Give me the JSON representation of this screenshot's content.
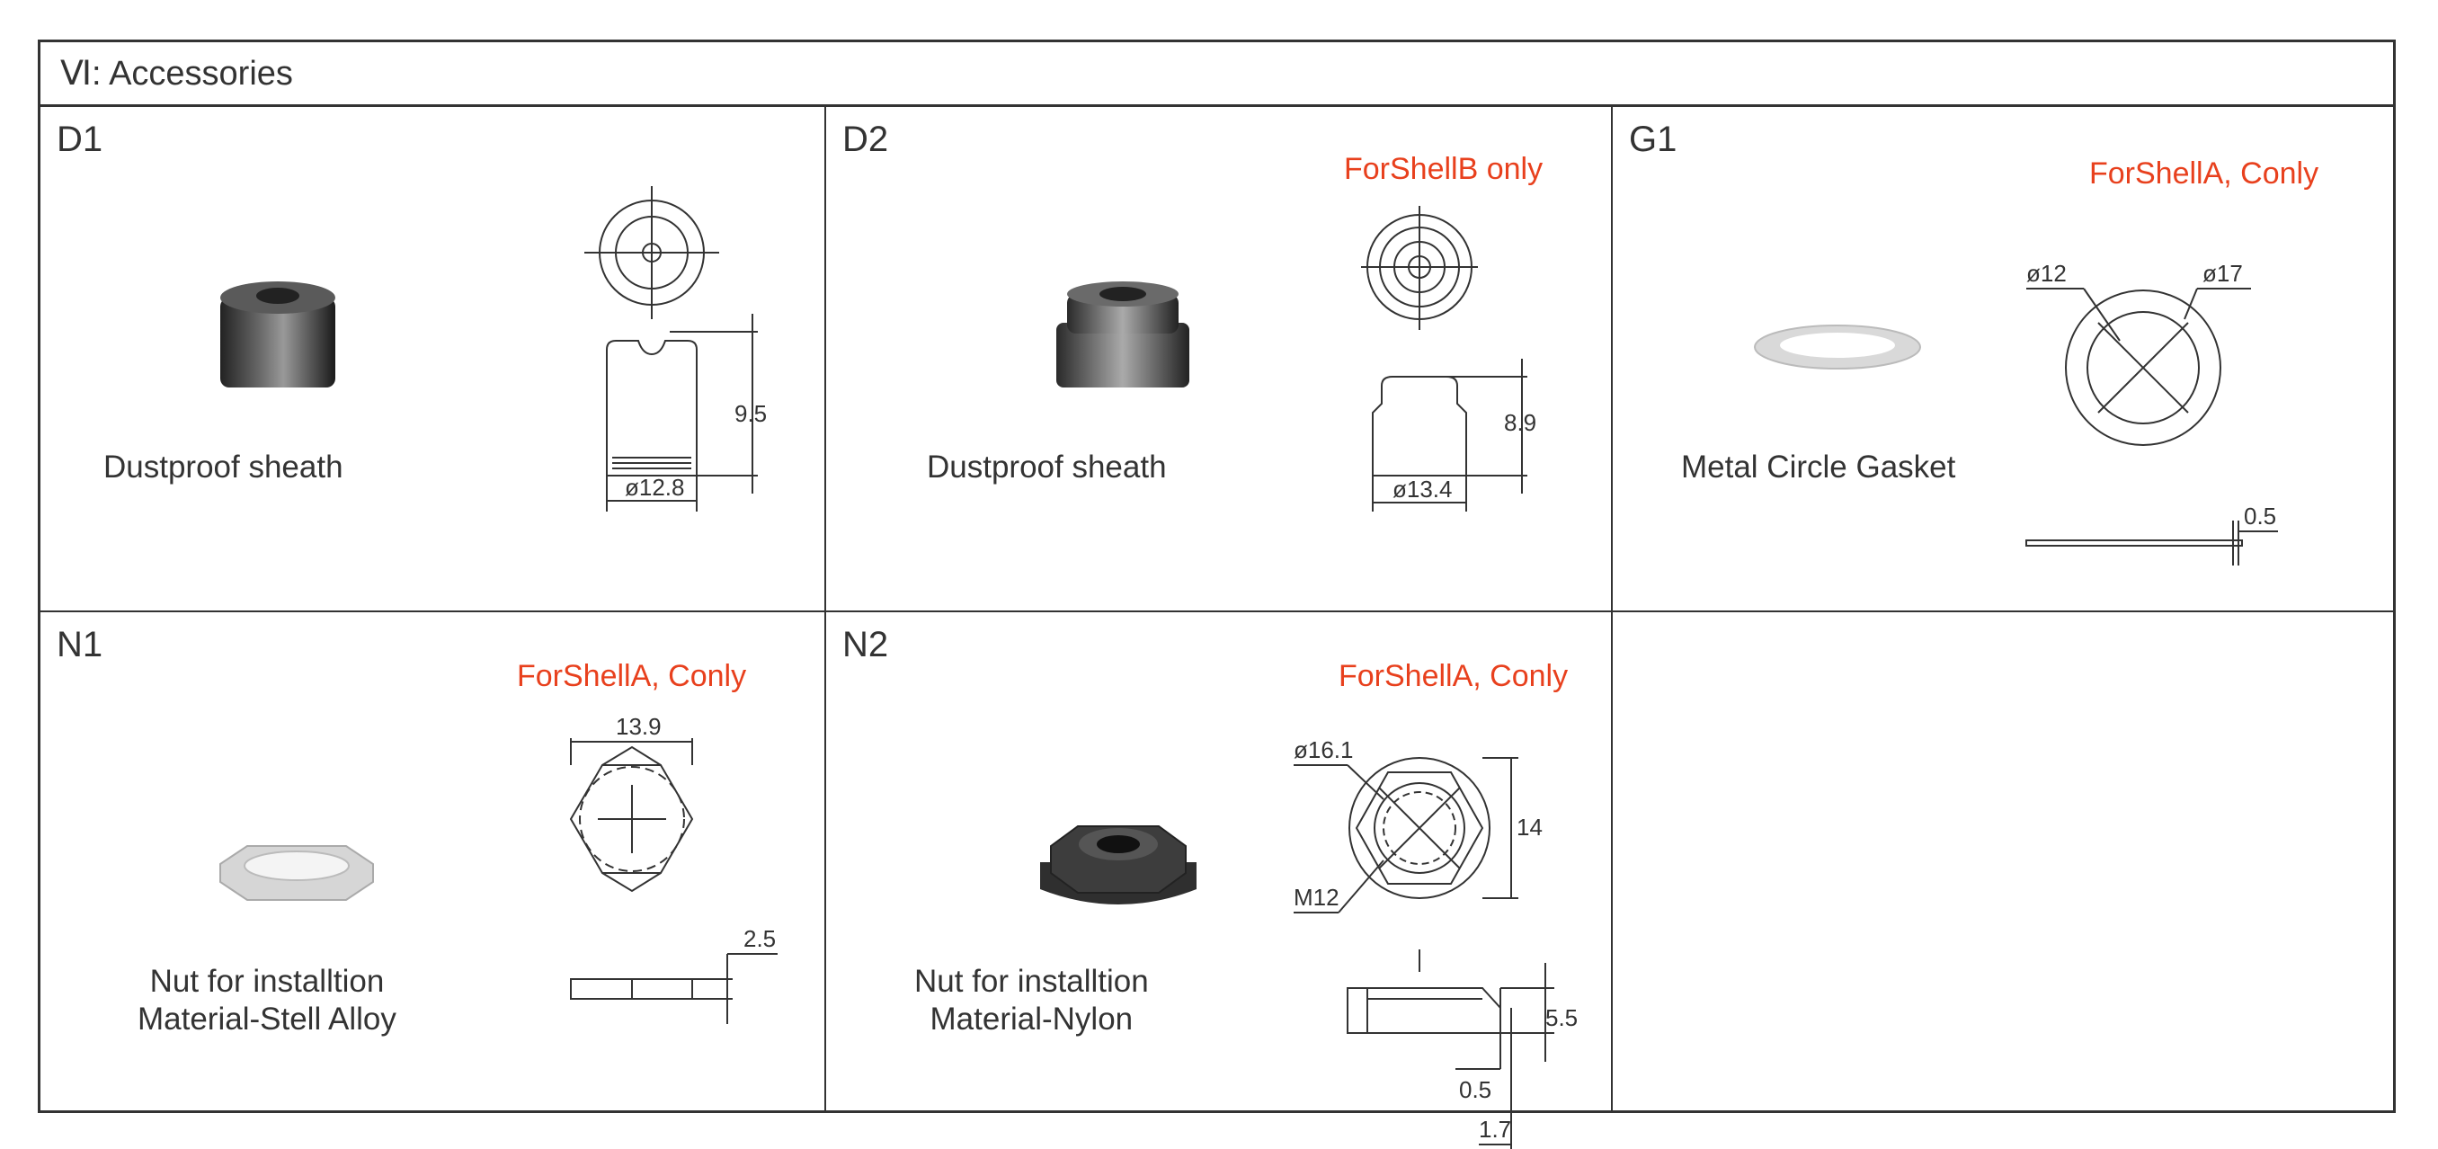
{
  "section": {
    "title": "Ⅵ: Accessories"
  },
  "items": [
    {
      "code": "D1",
      "name": "Dustproof sheath",
      "note": "",
      "dims": [
        "9.5",
        "ø12.8"
      ]
    },
    {
      "code": "D2",
      "name": "Dustproof sheath",
      "note": "ForShellB only",
      "dims": [
        "8.9",
        "ø13.4"
      ]
    },
    {
      "code": "G1",
      "name": "Metal Circle Gasket",
      "note": "ForShellA, Conly",
      "dims": [
        "ø12",
        "ø17",
        "0.5"
      ]
    },
    {
      "code": "N1",
      "name_line1": "Nut for installtion",
      "name_line2": "Material-Stell Alloy",
      "note": "ForShellA, Conly",
      "dims": [
        "13.9",
        "2.5"
      ]
    },
    {
      "code": "N2",
      "name_line1": "Nut for installtion",
      "name_line2": "Material-Nylon",
      "note": "ForShellA, Conly",
      "dims": [
        "ø16.1",
        "14",
        "M12",
        "5.5",
        "0.5",
        "1.7"
      ]
    }
  ],
  "colors": {
    "note": "#e8401d",
    "line": "#333333",
    "dark_part": "#3a3a3a",
    "light_part": "#d9d9d9"
  }
}
